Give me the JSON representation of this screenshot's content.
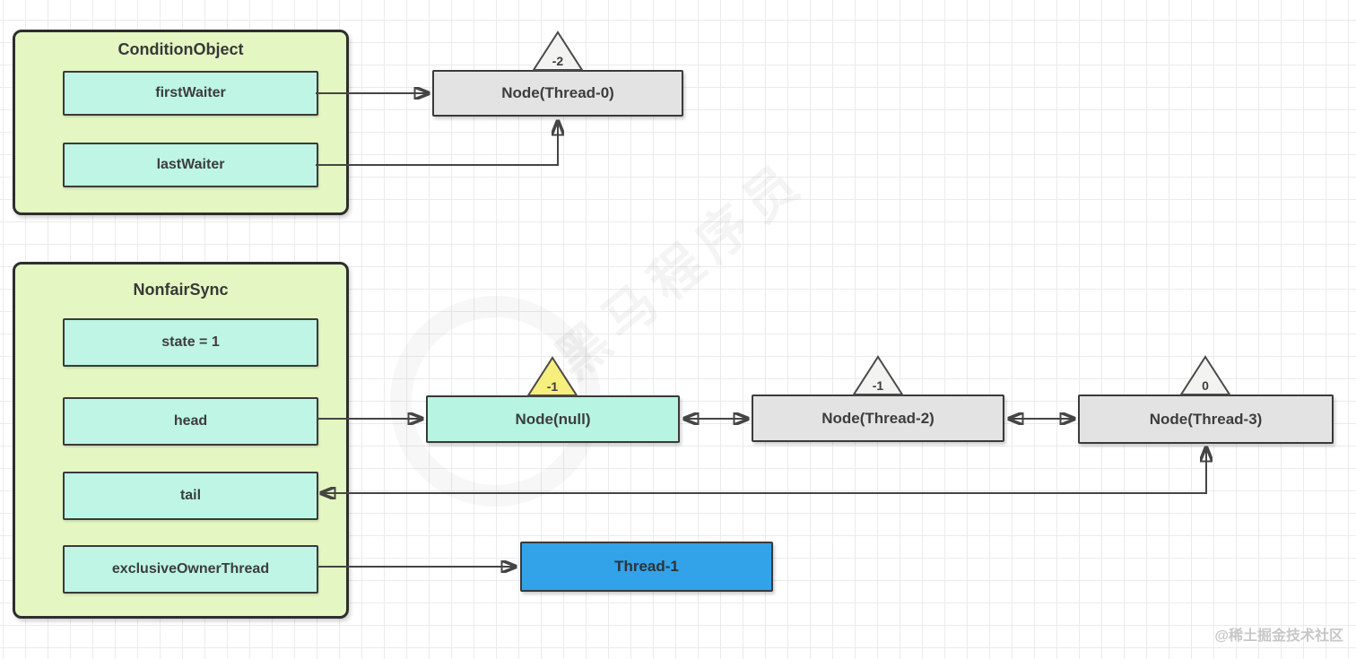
{
  "watermark": {
    "brand": "黑马程序员",
    "credit": "@稀土掘金技术社区"
  },
  "condition_object": {
    "title": "ConditionObject",
    "fields": [
      {
        "label": "firstWaiter"
      },
      {
        "label": "lastWaiter"
      }
    ]
  },
  "nonfair_sync": {
    "title": "NonfairSync",
    "fields": [
      {
        "label": "state = 1"
      },
      {
        "label": "head"
      },
      {
        "label": "tail"
      },
      {
        "label": "exclusiveOwnerThread"
      }
    ]
  },
  "nodes": {
    "thread0": {
      "label": "Node(Thread-0)",
      "waitStatus": "-2"
    },
    "null_node": {
      "label": "Node(null)",
      "waitStatus": "-1"
    },
    "thread2": {
      "label": "Node(Thread-2)",
      "waitStatus": "-1"
    },
    "thread3": {
      "label": "Node(Thread-3)",
      "waitStatus": "0"
    }
  },
  "thread_box": {
    "label": "Thread-1"
  },
  "colors": {
    "group_fill": "#e4f7c2",
    "field_fill": "#bef5e5",
    "node_gray_fill": "#e3e3e3",
    "node_cyan_fill": "#b7f4e1",
    "thread_blue_fill": "#32a2e9",
    "triangle_yellow_fill": "#f6ef7e",
    "triangle_white_fill": "#f3f3f1",
    "line_color": "#454545",
    "grid_line": "#ecebea"
  }
}
